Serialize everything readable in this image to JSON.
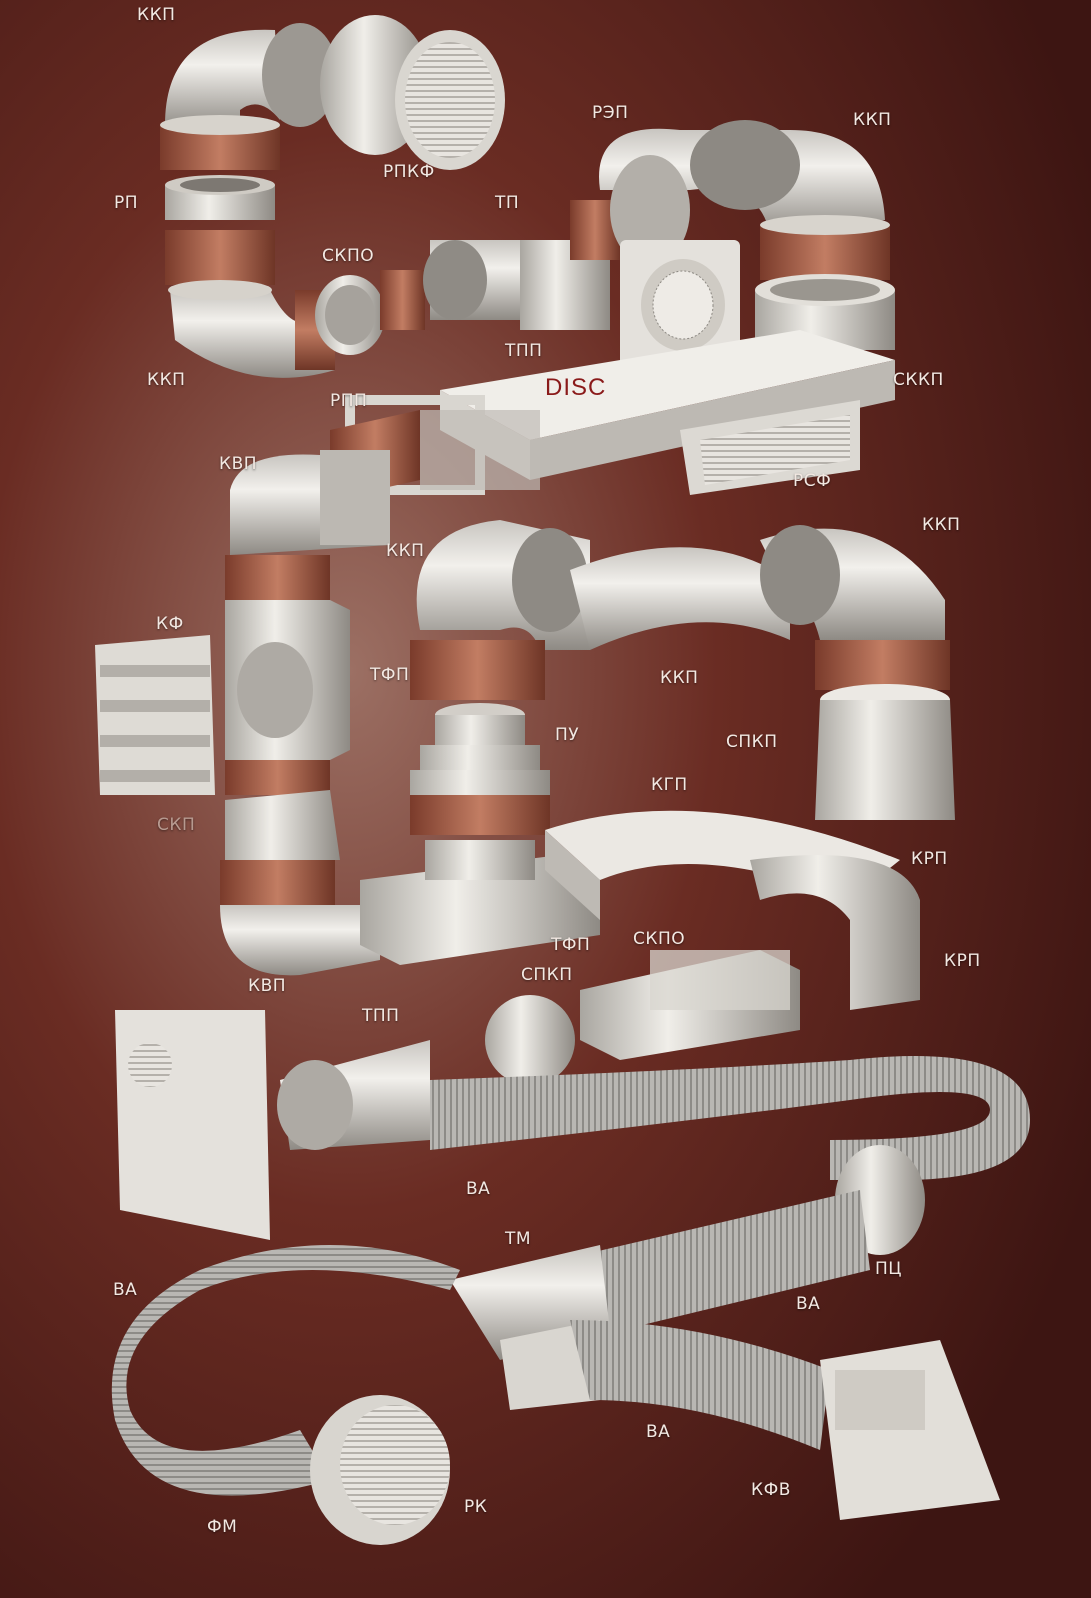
{
  "brand_text": "DISC",
  "labels": {
    "kkp_top": "ККП",
    "rpkf": "РПКФ",
    "rep": "РЭП",
    "kkp_right_top": "ККП",
    "rp": "РП",
    "tp": "ТП",
    "skpo_top": "СКПО",
    "kkp_left": "ККП",
    "tpp_mid": "ТПП",
    "rpp": "РПП",
    "skkp": "СККП",
    "kvp_top": "КВП",
    "rsf": "РСФ",
    "kkp_mid_left": "ККП",
    "kkp_mid_right": "ККП",
    "kf": "КФ",
    "tfp_left": "ТФП",
    "kkp_center": "ККП",
    "pu": "ПУ",
    "spkp_right": "СПКП",
    "kgp": "КГП",
    "skp": "СКП",
    "krp_top": "КРП",
    "tfp_center": "ТФП",
    "skpo_center": "СКПО",
    "krp_bottom": "КРП",
    "kvp_bottom": "КВП",
    "spkp_center": "СПКП",
    "tpp_bottom": "ТПП",
    "va_center": "ВА",
    "tm": "ТМ",
    "pts": "ПЦ",
    "va_left": "ВА",
    "va_right": "ВА",
    "va_bottom": "ВА",
    "kfv": "КФВ",
    "fm": "ФМ",
    "rk": "РК"
  },
  "colors": {
    "background": "#4a1c16",
    "pipe_light": "#e6e3de",
    "pipe_shadow": "#8e8a84",
    "connector": "#a8654c",
    "label_text": "#f2e8e2",
    "brand_text": "#8a1a1a"
  }
}
